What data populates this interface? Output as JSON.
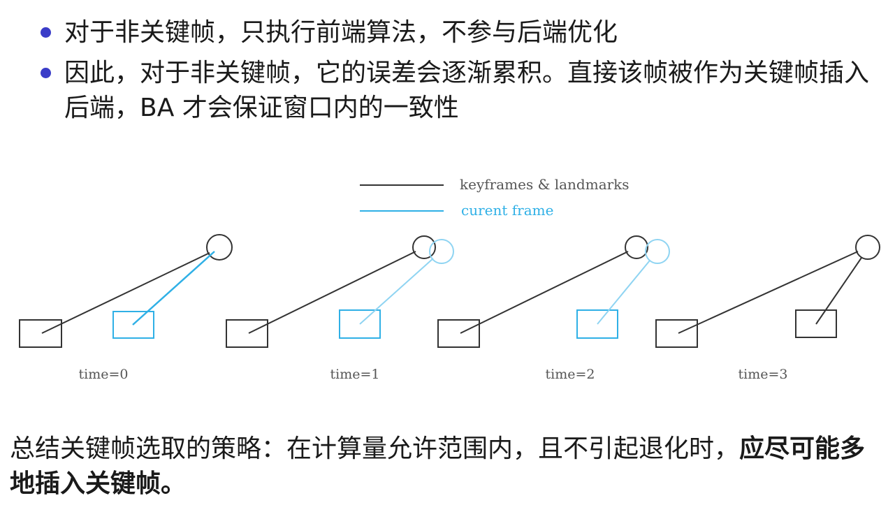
{
  "bullets": [
    "对于非关键帧，只执行前端算法，不参与后端优化",
    "因此，对于非关键帧，它的误差会逐渐累积。直接该帧被作为关键帧插入后端，BA 才会保证窗口内的一致性"
  ],
  "legend": {
    "keyframes_label": "keyframes & landmarks",
    "current_label": "curent frame"
  },
  "panels": [
    {
      "label": "time=0"
    },
    {
      "label": "time=1"
    },
    {
      "label": "time=2"
    },
    {
      "label": "time=3"
    }
  ],
  "summary": {
    "text": "总结关键帧选取的策略：在计算量允许范围内，且不引起退化时，",
    "bold": "应尽可能多地插入关键帧。"
  },
  "colors": {
    "bullet": "#3a3cc8",
    "keyframe": "#333333",
    "current": "#2fb0e6"
  }
}
